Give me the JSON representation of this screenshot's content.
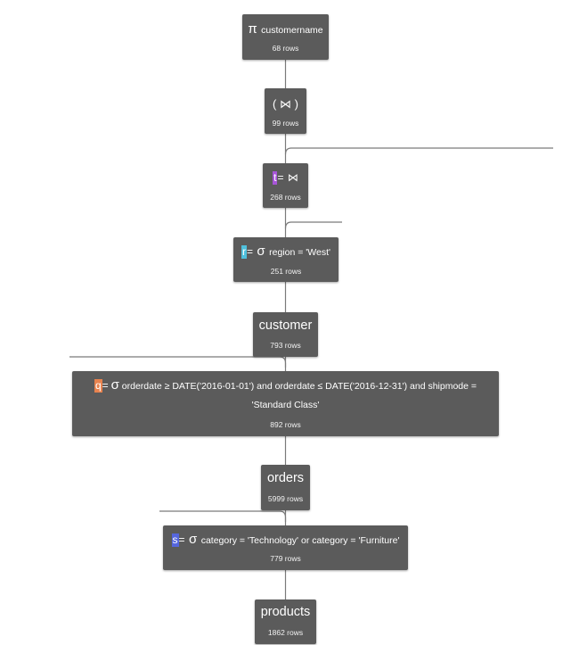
{
  "nodes": {
    "project": {
      "symbol": "π",
      "condition": "customername",
      "rows": "68 rows"
    },
    "join1": {
      "symbol": "( ⋈ )",
      "rows": "99 rows"
    },
    "join2": {
      "alias": "t",
      "alias_color": "#a855d8",
      "symbol": "⋈",
      "rows": "268 rows"
    },
    "select_region": {
      "alias": "r",
      "alias_color": "#4fc0dc",
      "symbol": "σ",
      "condition": "region = 'West'",
      "rows": "251 rows"
    },
    "customer": {
      "name": "customer",
      "rows": "793 rows"
    },
    "select_orders": {
      "alias": "q",
      "alias_color": "#e8834f",
      "symbol": "σ",
      "condition": "orderdate ≥ DATE('2016-01-01') and orderdate ≤ DATE('2016-12-31') and shipmode = 'Standard Class'",
      "rows": "892 rows"
    },
    "orders": {
      "name": "orders",
      "rows": "5999 rows"
    },
    "select_category": {
      "alias": "s",
      "alias_color": "#5566dd",
      "symbol": "σ",
      "condition": "category = 'Technology' or category = 'Furniture'",
      "rows": "779 rows"
    },
    "products": {
      "name": "products",
      "rows": "1862 rows"
    }
  },
  "colors": {
    "node_bg": "#5b5b5b",
    "edge": "#7a7a7a"
  }
}
